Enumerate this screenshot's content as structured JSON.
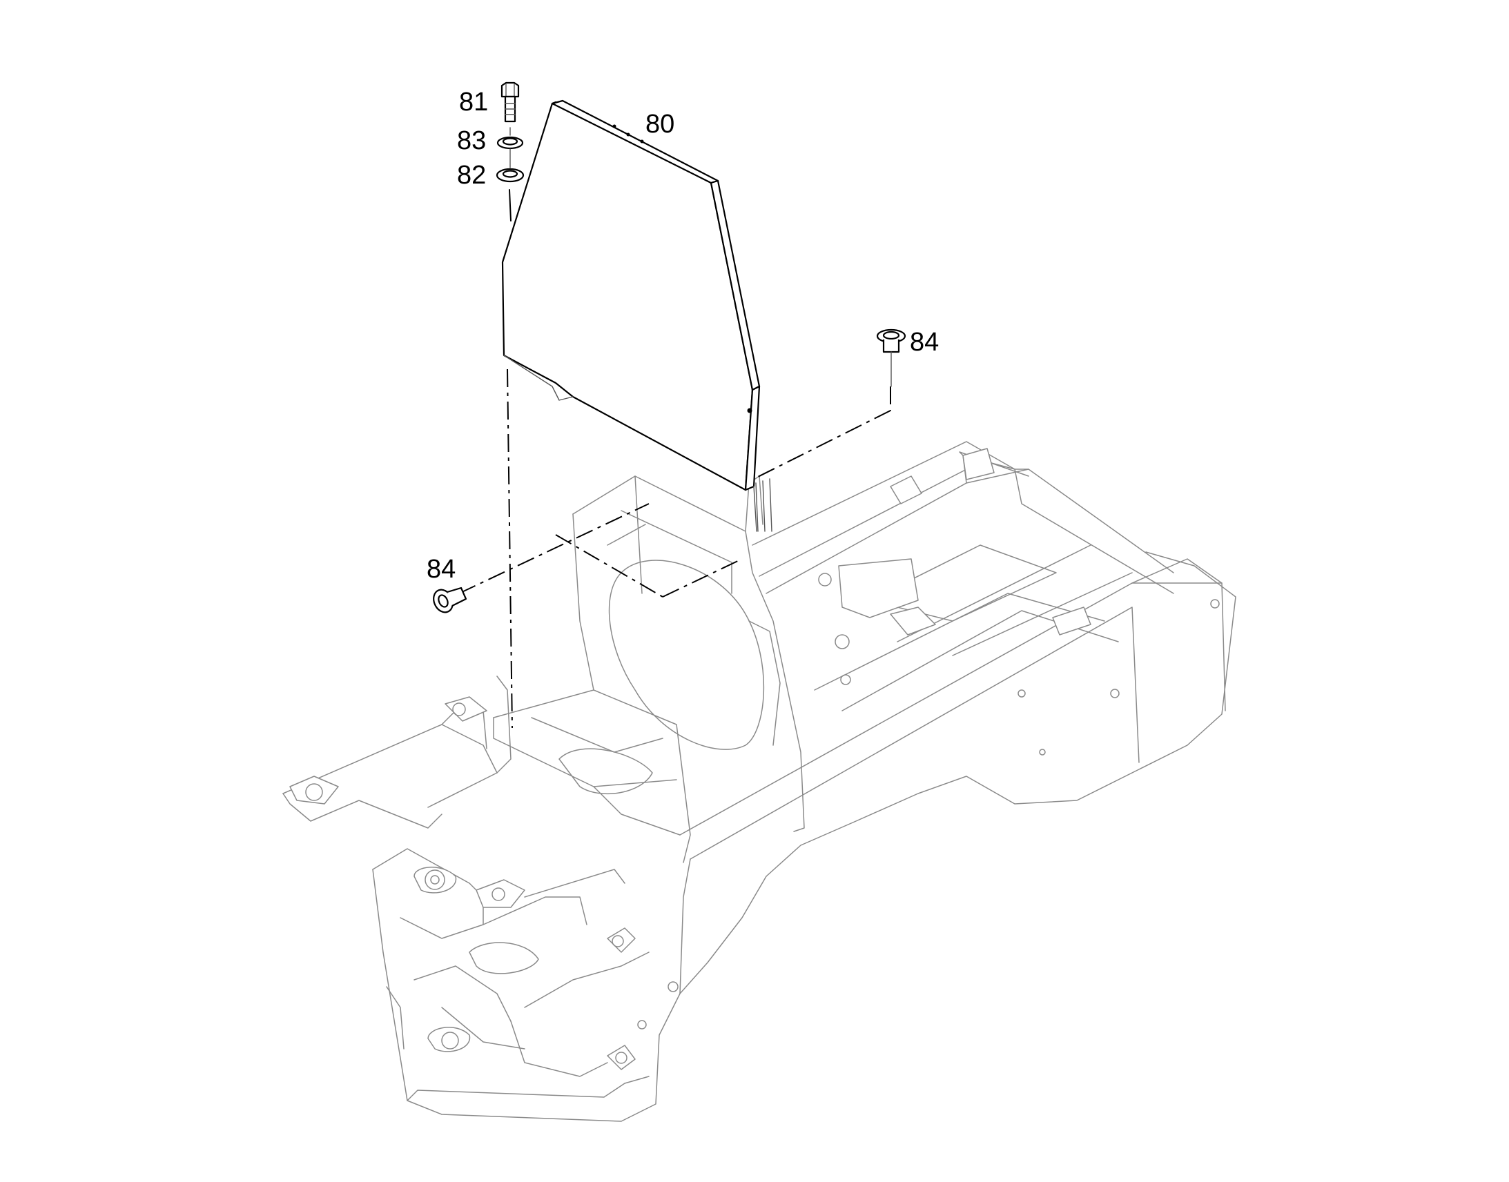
{
  "callouts": [
    {
      "id": "80",
      "label": "80"
    },
    {
      "id": "81",
      "label": "81"
    },
    {
      "id": "83",
      "label": "83"
    },
    {
      "id": "82",
      "label": "82"
    },
    {
      "id": "84a",
      "label": "84"
    },
    {
      "id": "84b",
      "label": "84"
    }
  ]
}
